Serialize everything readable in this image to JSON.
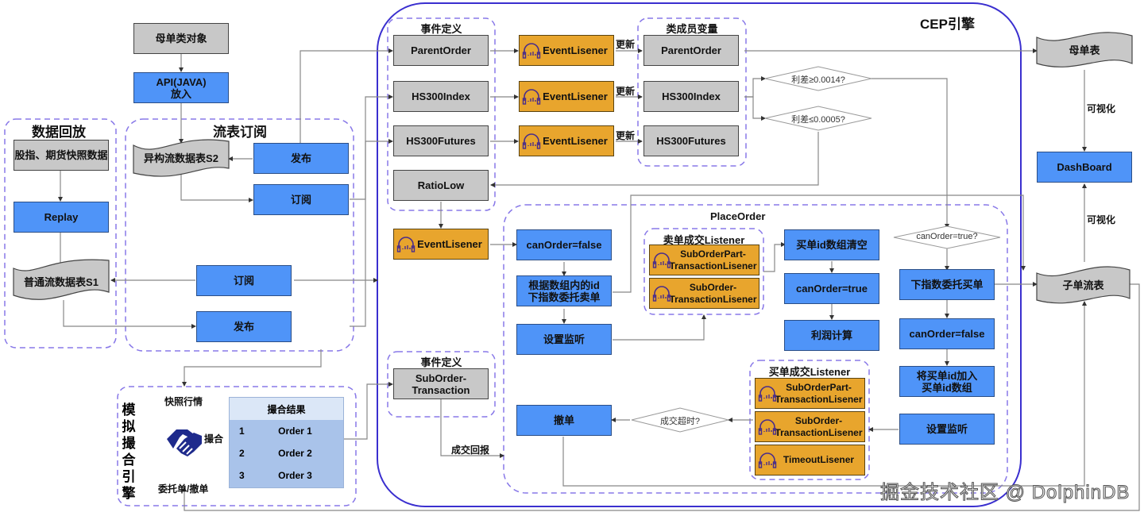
{
  "colors": {
    "blue_node": "#4f94f8",
    "gray_node": "#c8c8c8",
    "orange_node": "#e8a52d",
    "group_dash": "#8878e8",
    "cep_border": "#3a2fcf",
    "edge": "#888888"
  },
  "groups": {
    "replay": "数据回放",
    "subscribe": "流表订阅",
    "cep": "CEP引擎",
    "event_def_top": "事件定义",
    "member_vars": "类成员变量",
    "place_order": "PlaceOrder",
    "sell_listener": "卖单成交Listener",
    "buy_listener": "买单成交Listener",
    "event_def_bottom": "事件定义",
    "match_engine": "模拟撮合引擎"
  },
  "nodes": {
    "parent_class": "母单类对象",
    "api_java": "API(JAVA)\n放入",
    "snapshot_data": "股指、期货快照数据",
    "replay": "Replay",
    "stream_s1": "普通流数据表S1",
    "stream_s2": "异构流数据表S2",
    "publish_top": "发布",
    "subscribe_top": "订阅",
    "subscribe_bottom": "订阅",
    "publish_bottom": "发布",
    "evt_parent_order": "ParentOrder",
    "evt_hs300_index": "HS300Index",
    "evt_hs300_futures": "HS300Futures",
    "evt_ratio_low": "RatioLow",
    "listener_1": "EventLisener",
    "listener_2": "EventLisener",
    "listener_3": "EventLisener",
    "listener_4": "EventLisener",
    "var_parent_order": "ParentOrder",
    "var_hs300_index": "HS300Index",
    "var_hs300_futures": "HS300Futures",
    "can_order_false_1": "canOrder=false",
    "sell_index_order": "根据数组内的id\n下指数委托卖单",
    "set_listen_1": "设置监听",
    "sell_part_listener": "SubOrderPart-\nTransactionLisener",
    "sell_full_listener": "SubOrder-\nTransactionLisener",
    "clear_buy_ids": "买单id数组清空",
    "can_order_true": "canOrder=true",
    "profit_calc": "利润计算",
    "buy_index_order": "下指数委托买单",
    "can_order_false_2": "canOrder=false",
    "add_buy_id": "将买单id加入\n买单id数组",
    "set_listen_2": "设置监听",
    "buy_part_listener": "SubOrderPart-\nTransactionLisener",
    "buy_full_listener": "SubOrder-\nTransactionLisener",
    "timeout_listener": "TimeoutLisener",
    "cancel_order": "撤单",
    "evt_sub_order_tx": "SubOrder-\nTransaction",
    "parent_table": "母单表",
    "dashboard": "DashBoard",
    "sub_order_table": "子单流表"
  },
  "decisions": {
    "spread_high": "利差≥0.0014?",
    "spread_low": "利差≤0.0005?",
    "can_order": "canOrder=true?",
    "timeout": "成交超时?"
  },
  "edge_labels": {
    "update_1": "更新",
    "update_2": "更新",
    "update_3": "更新",
    "visualize_1": "可视化",
    "visualize_2": "可视化",
    "tx_report": "成交回报",
    "match": "撮合",
    "snapshot_quote": "快照行情",
    "order_cancel": "委托单/撤单"
  },
  "match_table": {
    "header": "撮合结果",
    "rows": [
      {
        "idx": "1",
        "order": "Order 1"
      },
      {
        "idx": "2",
        "order": "Order 2"
      },
      {
        "idx": "3",
        "order": "Order 3"
      }
    ]
  },
  "watermark": "掘金技术社区 @ DolphinDB"
}
